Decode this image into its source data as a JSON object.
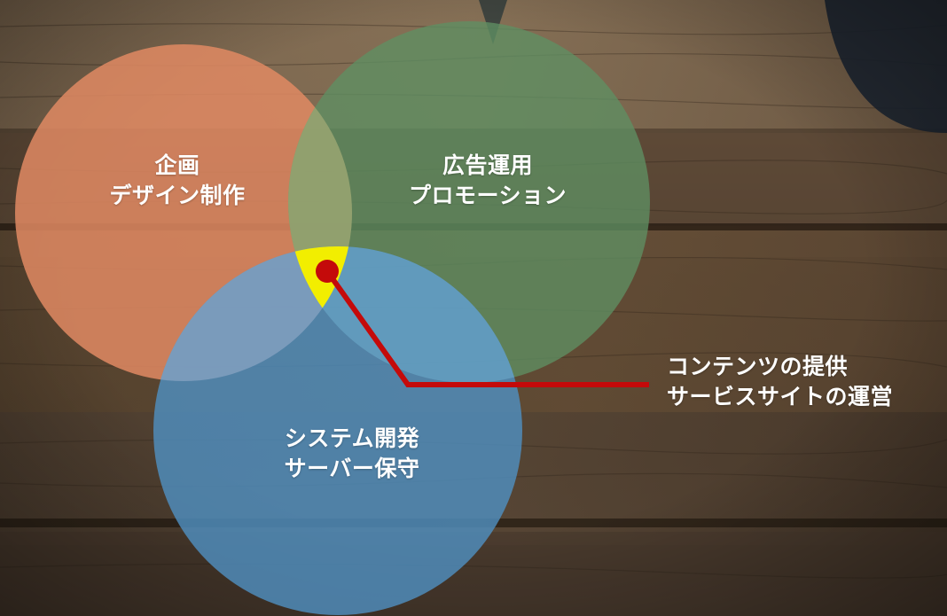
{
  "circles": {
    "planning": {
      "line1": "企画",
      "line2": "デザイン制作",
      "color": "#e08a63"
    },
    "advertising": {
      "line1": "広告運用",
      "line2": "プロモーション",
      "color": "#5f8f63"
    },
    "system": {
      "line1": "システム開発",
      "line2": "サーバー保守",
      "color": "#4f8fc0"
    }
  },
  "intersection": {
    "highlight_color": "#f2ee00",
    "marker_color": "#c40a0a"
  },
  "callout": {
    "line1": "コンテンツの提供",
    "line2": "サービスサイトの運営",
    "line_color": "#c40a0a"
  }
}
